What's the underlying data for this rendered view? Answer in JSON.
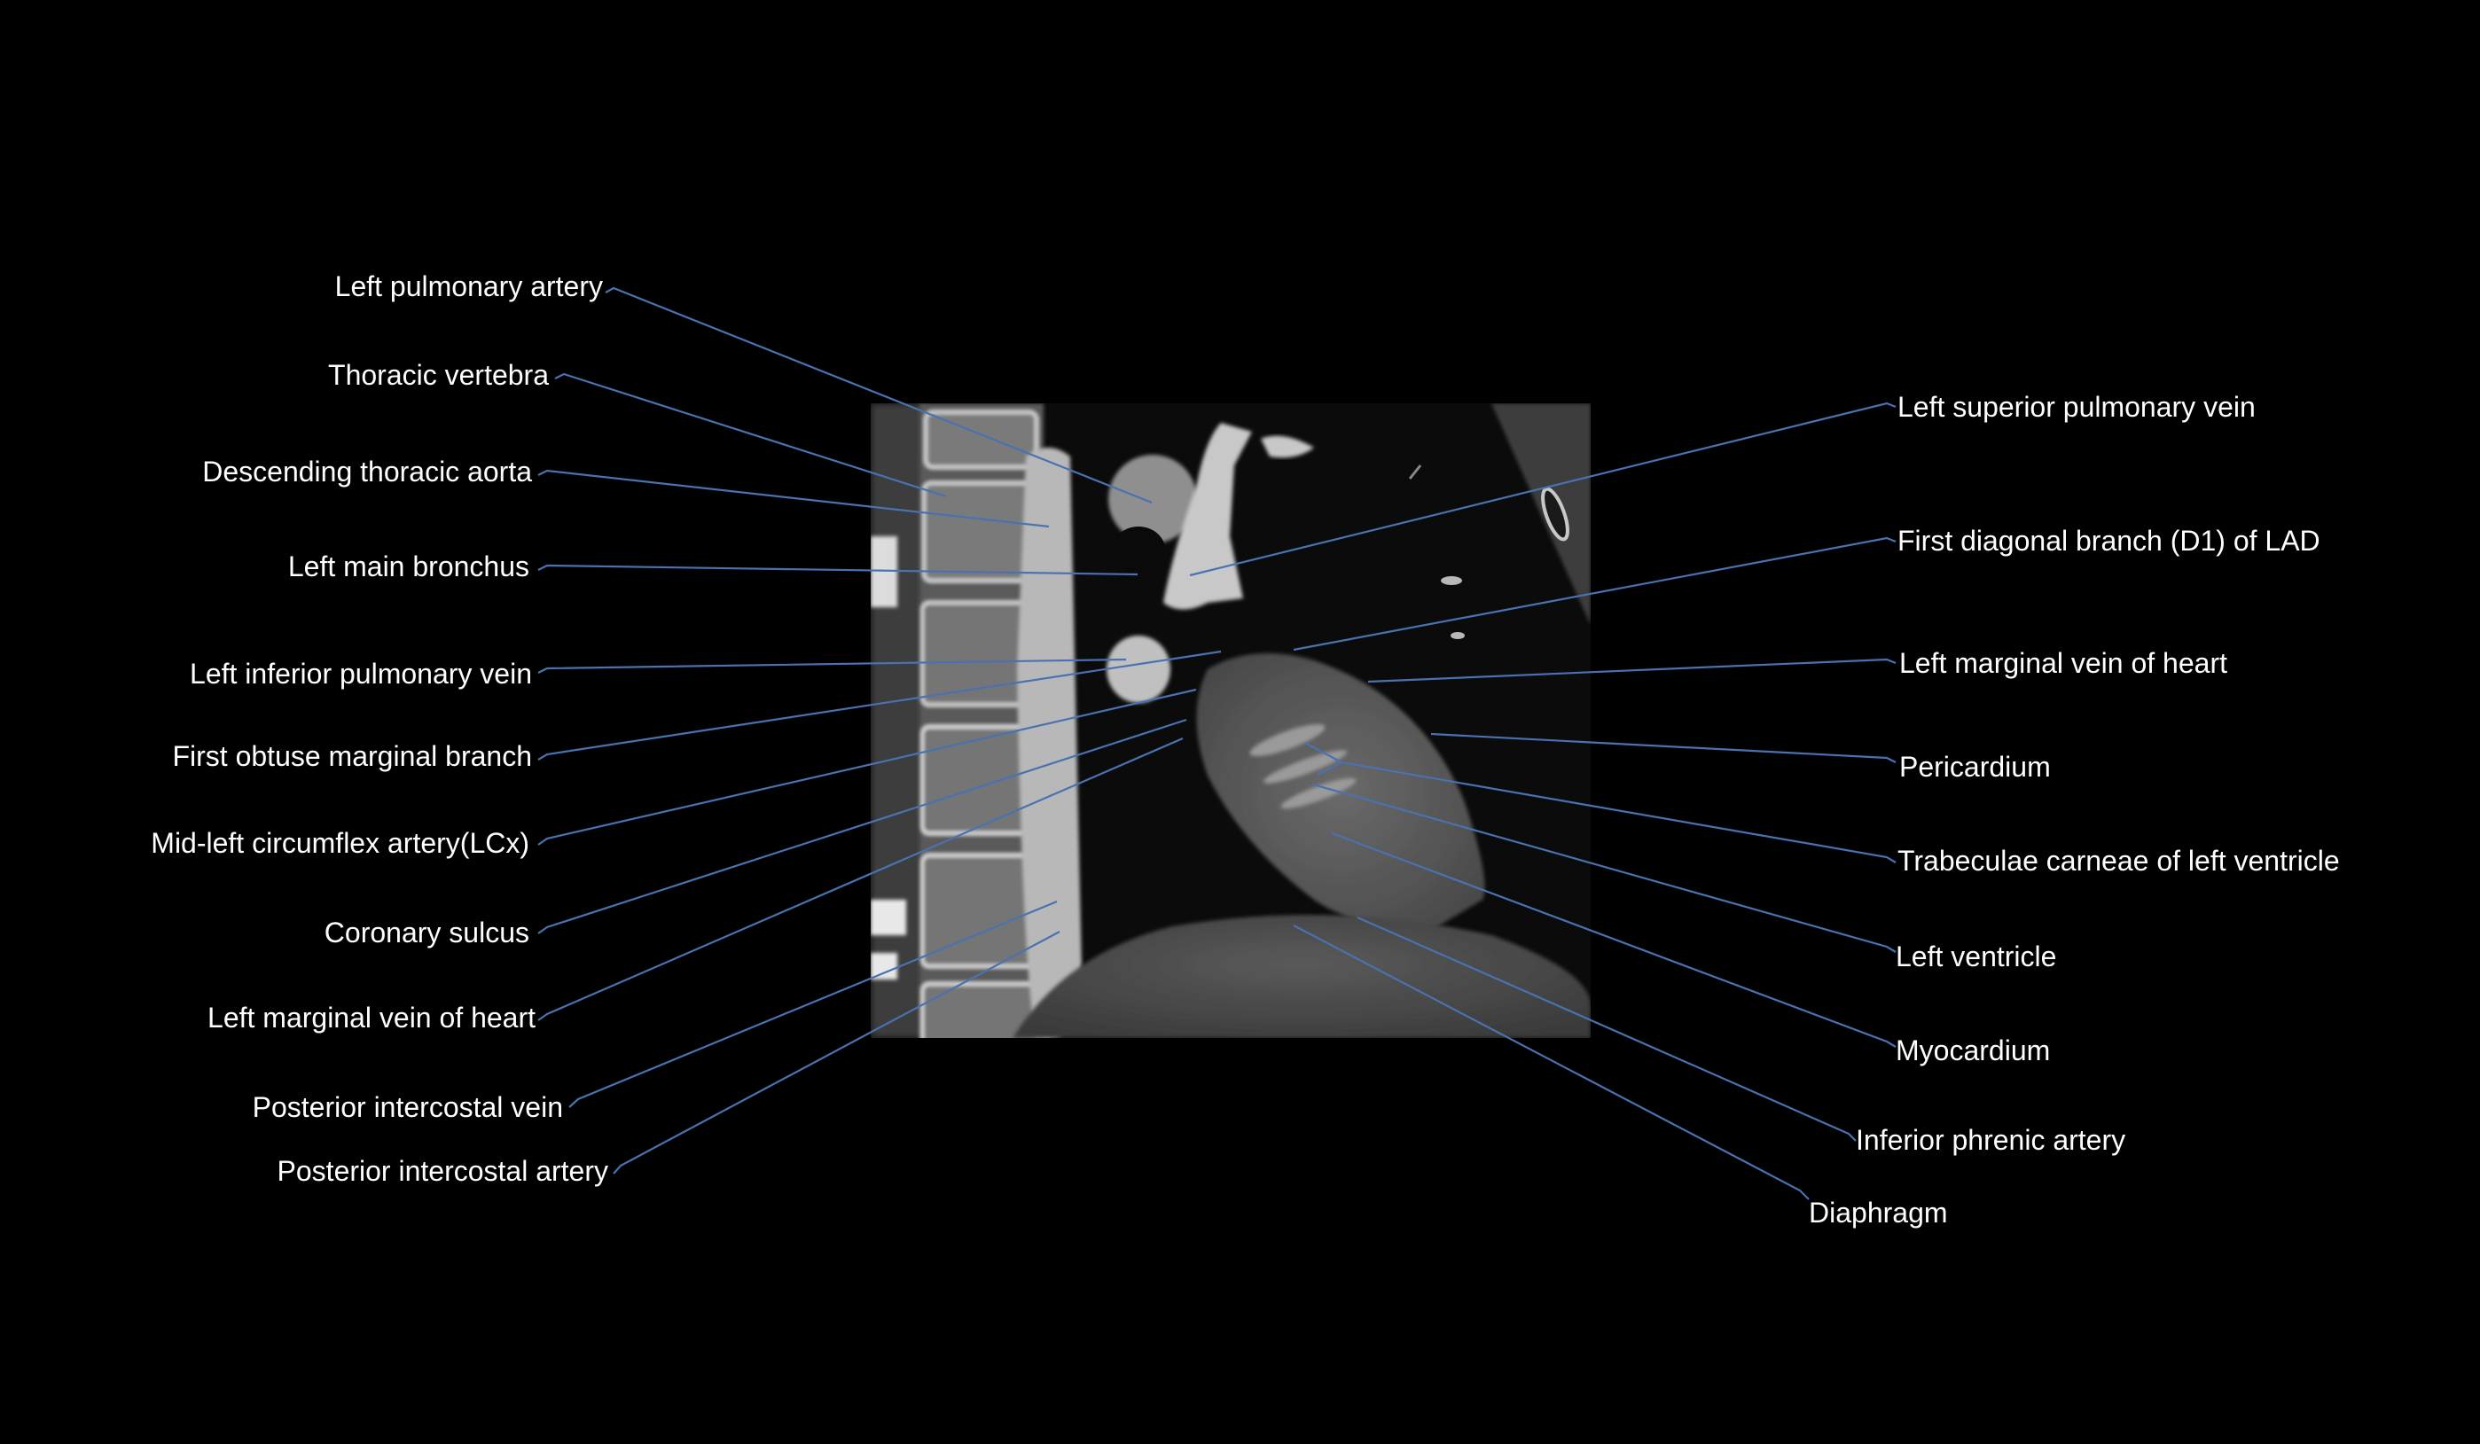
{
  "figure": {
    "type": "annotated-ct-scan",
    "view": "oblique sagittal CT angiography of thorax",
    "line_color": "#4a72b0",
    "label_color": "#ffffff",
    "background": "#000000"
  },
  "labels_left": [
    {
      "id": "left-pulmonary-artery",
      "text": "Left pulmonary artery"
    },
    {
      "id": "thoracic-vertebra",
      "text": "Thoracic vertebra"
    },
    {
      "id": "descending-thoracic-aorta",
      "text": "Descending thoracic aorta"
    },
    {
      "id": "left-main-bronchus",
      "text": "Left main bronchus"
    },
    {
      "id": "left-inferior-pulmonary-vein",
      "text": "Left inferior pulmonary vein"
    },
    {
      "id": "first-obtuse-marginal-branch",
      "text": "First obtuse marginal branch"
    },
    {
      "id": "mid-left-circumflex-artery",
      "text": "Mid-left circumflex artery(LCx)"
    },
    {
      "id": "coronary-sulcus",
      "text": "Coronary sulcus"
    },
    {
      "id": "left-marginal-vein-of-heart-left",
      "text": "Left marginal vein of heart"
    },
    {
      "id": "posterior-intercostal-vein",
      "text": "Posterior intercostal vein"
    },
    {
      "id": "posterior-intercostal-artery",
      "text": "Posterior intercostal artery"
    }
  ],
  "labels_right": [
    {
      "id": "left-superior-pulmonary-vein",
      "text": "Left superior pulmonary vein"
    },
    {
      "id": "first-diagonal-branch-d1",
      "text": "First diagonal branch (D1) of LAD"
    },
    {
      "id": "left-marginal-vein-of-heart-right",
      "text": "Left marginal vein of heart"
    },
    {
      "id": "pericardium",
      "text": "Pericardium"
    },
    {
      "id": "trabeculae-carneae",
      "text": "Trabeculae carneae of left ventricle"
    },
    {
      "id": "left-ventricle",
      "text": "Left ventricle"
    },
    {
      "id": "myocardium",
      "text": "Myocardium"
    },
    {
      "id": "inferior-phrenic-artery",
      "text": "Inferior phrenic artery"
    },
    {
      "id": "diaphragm",
      "text": "Diaphragm"
    }
  ]
}
